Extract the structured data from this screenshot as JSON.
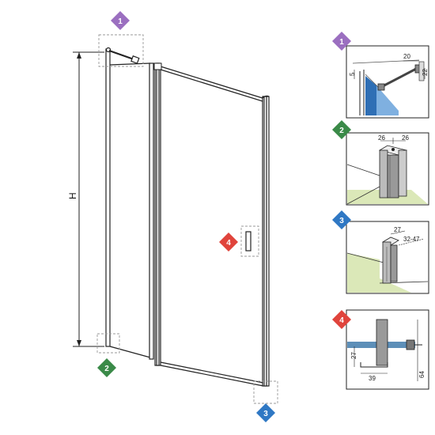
{
  "badges": {
    "b1": "1",
    "b2": "2",
    "b3": "3",
    "b4": "4"
  },
  "badge_colors": {
    "b1": "#9b6fc0",
    "b2": "#3a8a48",
    "b3": "#2f78c4",
    "b4": "#e0443c"
  },
  "main": {
    "height_label": "H"
  },
  "detail1": {
    "dim_a": "20",
    "dim_b": "5",
    "dim_c": "22"
  },
  "detail2": {
    "dim_a": "26",
    "dim_b": "26"
  },
  "detail3": {
    "dim_a": "27",
    "dim_b": "32-47"
  },
  "detail4": {
    "dim_a": "27",
    "dim_b": "39",
    "dim_c": "64"
  }
}
